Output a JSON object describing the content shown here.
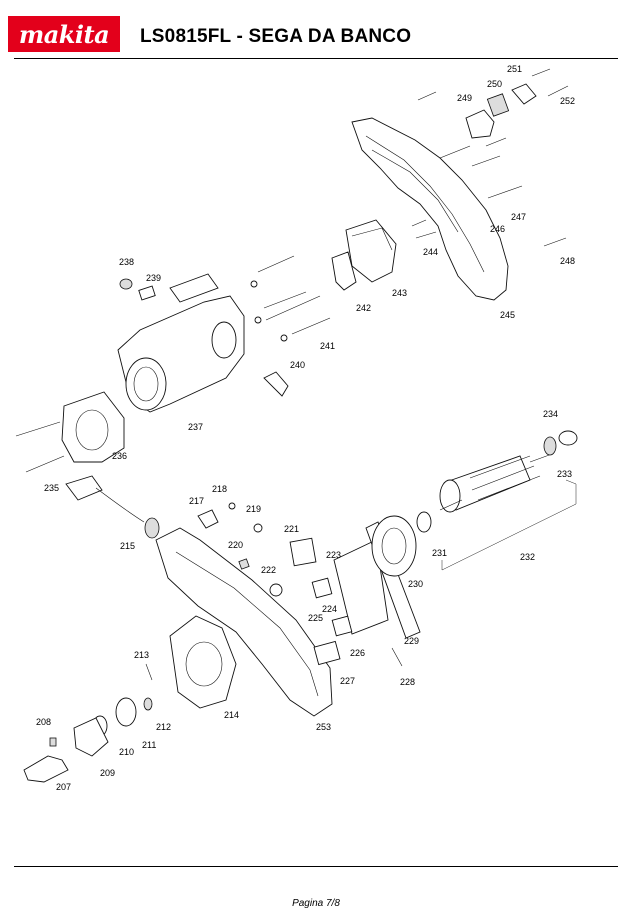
{
  "brand": "makita",
  "title": "LS0815FL - SEGA DA BANCO",
  "footer": "Pagina 7/8",
  "parts": [
    "207",
    "208",
    "209",
    "210",
    "211",
    "212",
    "213",
    "214",
    "215",
    "217",
    "218",
    "219",
    "220",
    "221",
    "222",
    "223",
    "224",
    "225",
    "226",
    "227",
    "228",
    "229",
    "230",
    "231",
    "232",
    "233",
    "234",
    "235",
    "236",
    "237",
    "238",
    "239",
    "240",
    "241",
    "242",
    "243",
    "244",
    "245",
    "246",
    "247",
    "248",
    "249",
    "250",
    "251",
    "252",
    "253"
  ],
  "colors": {
    "brand_red": "#e3001b"
  }
}
